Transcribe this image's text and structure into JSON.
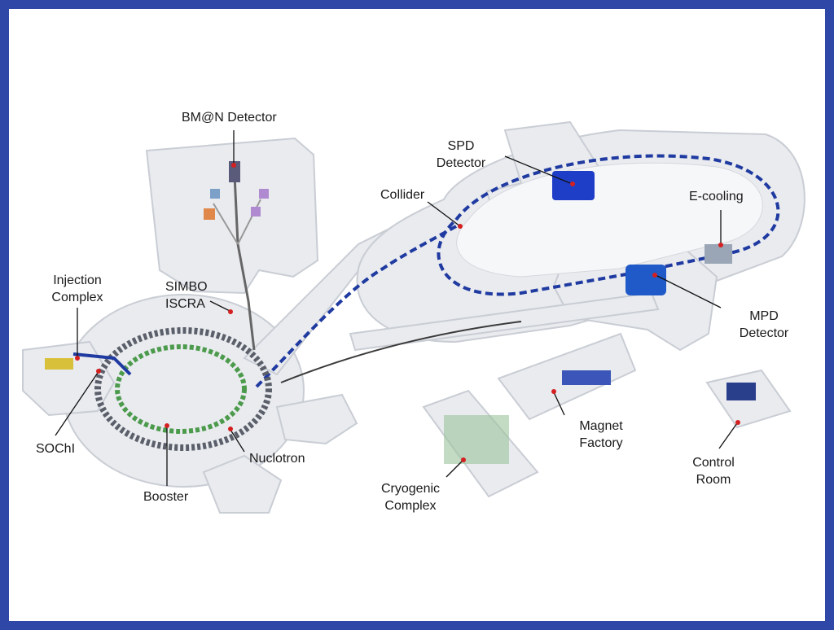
{
  "labels": {
    "bmn": "BM@N Detector",
    "spd": "SPD\nDetector",
    "collider": "Collider",
    "ecooling": "E-cooling",
    "injection": "Injection\nComplex",
    "simbo": "SIMBO\nISCRA",
    "mpd": "MPD\nDetector",
    "sochi": "SOChI",
    "nuclotron": "Nuclotron",
    "booster": "Booster",
    "magnet": "Magnet\nFactory",
    "cryogenic": "Cryogenic\nComplex",
    "control": "Control\nRoom"
  },
  "colors": {
    "frame": "#2f48a8",
    "wall": "#e9ebef",
    "wall_shadow": "#c9cdd4",
    "beam": "#1f3aa0",
    "magnet_green": "#4c9a4c",
    "marker": "#d42020",
    "leader": "#111111"
  }
}
